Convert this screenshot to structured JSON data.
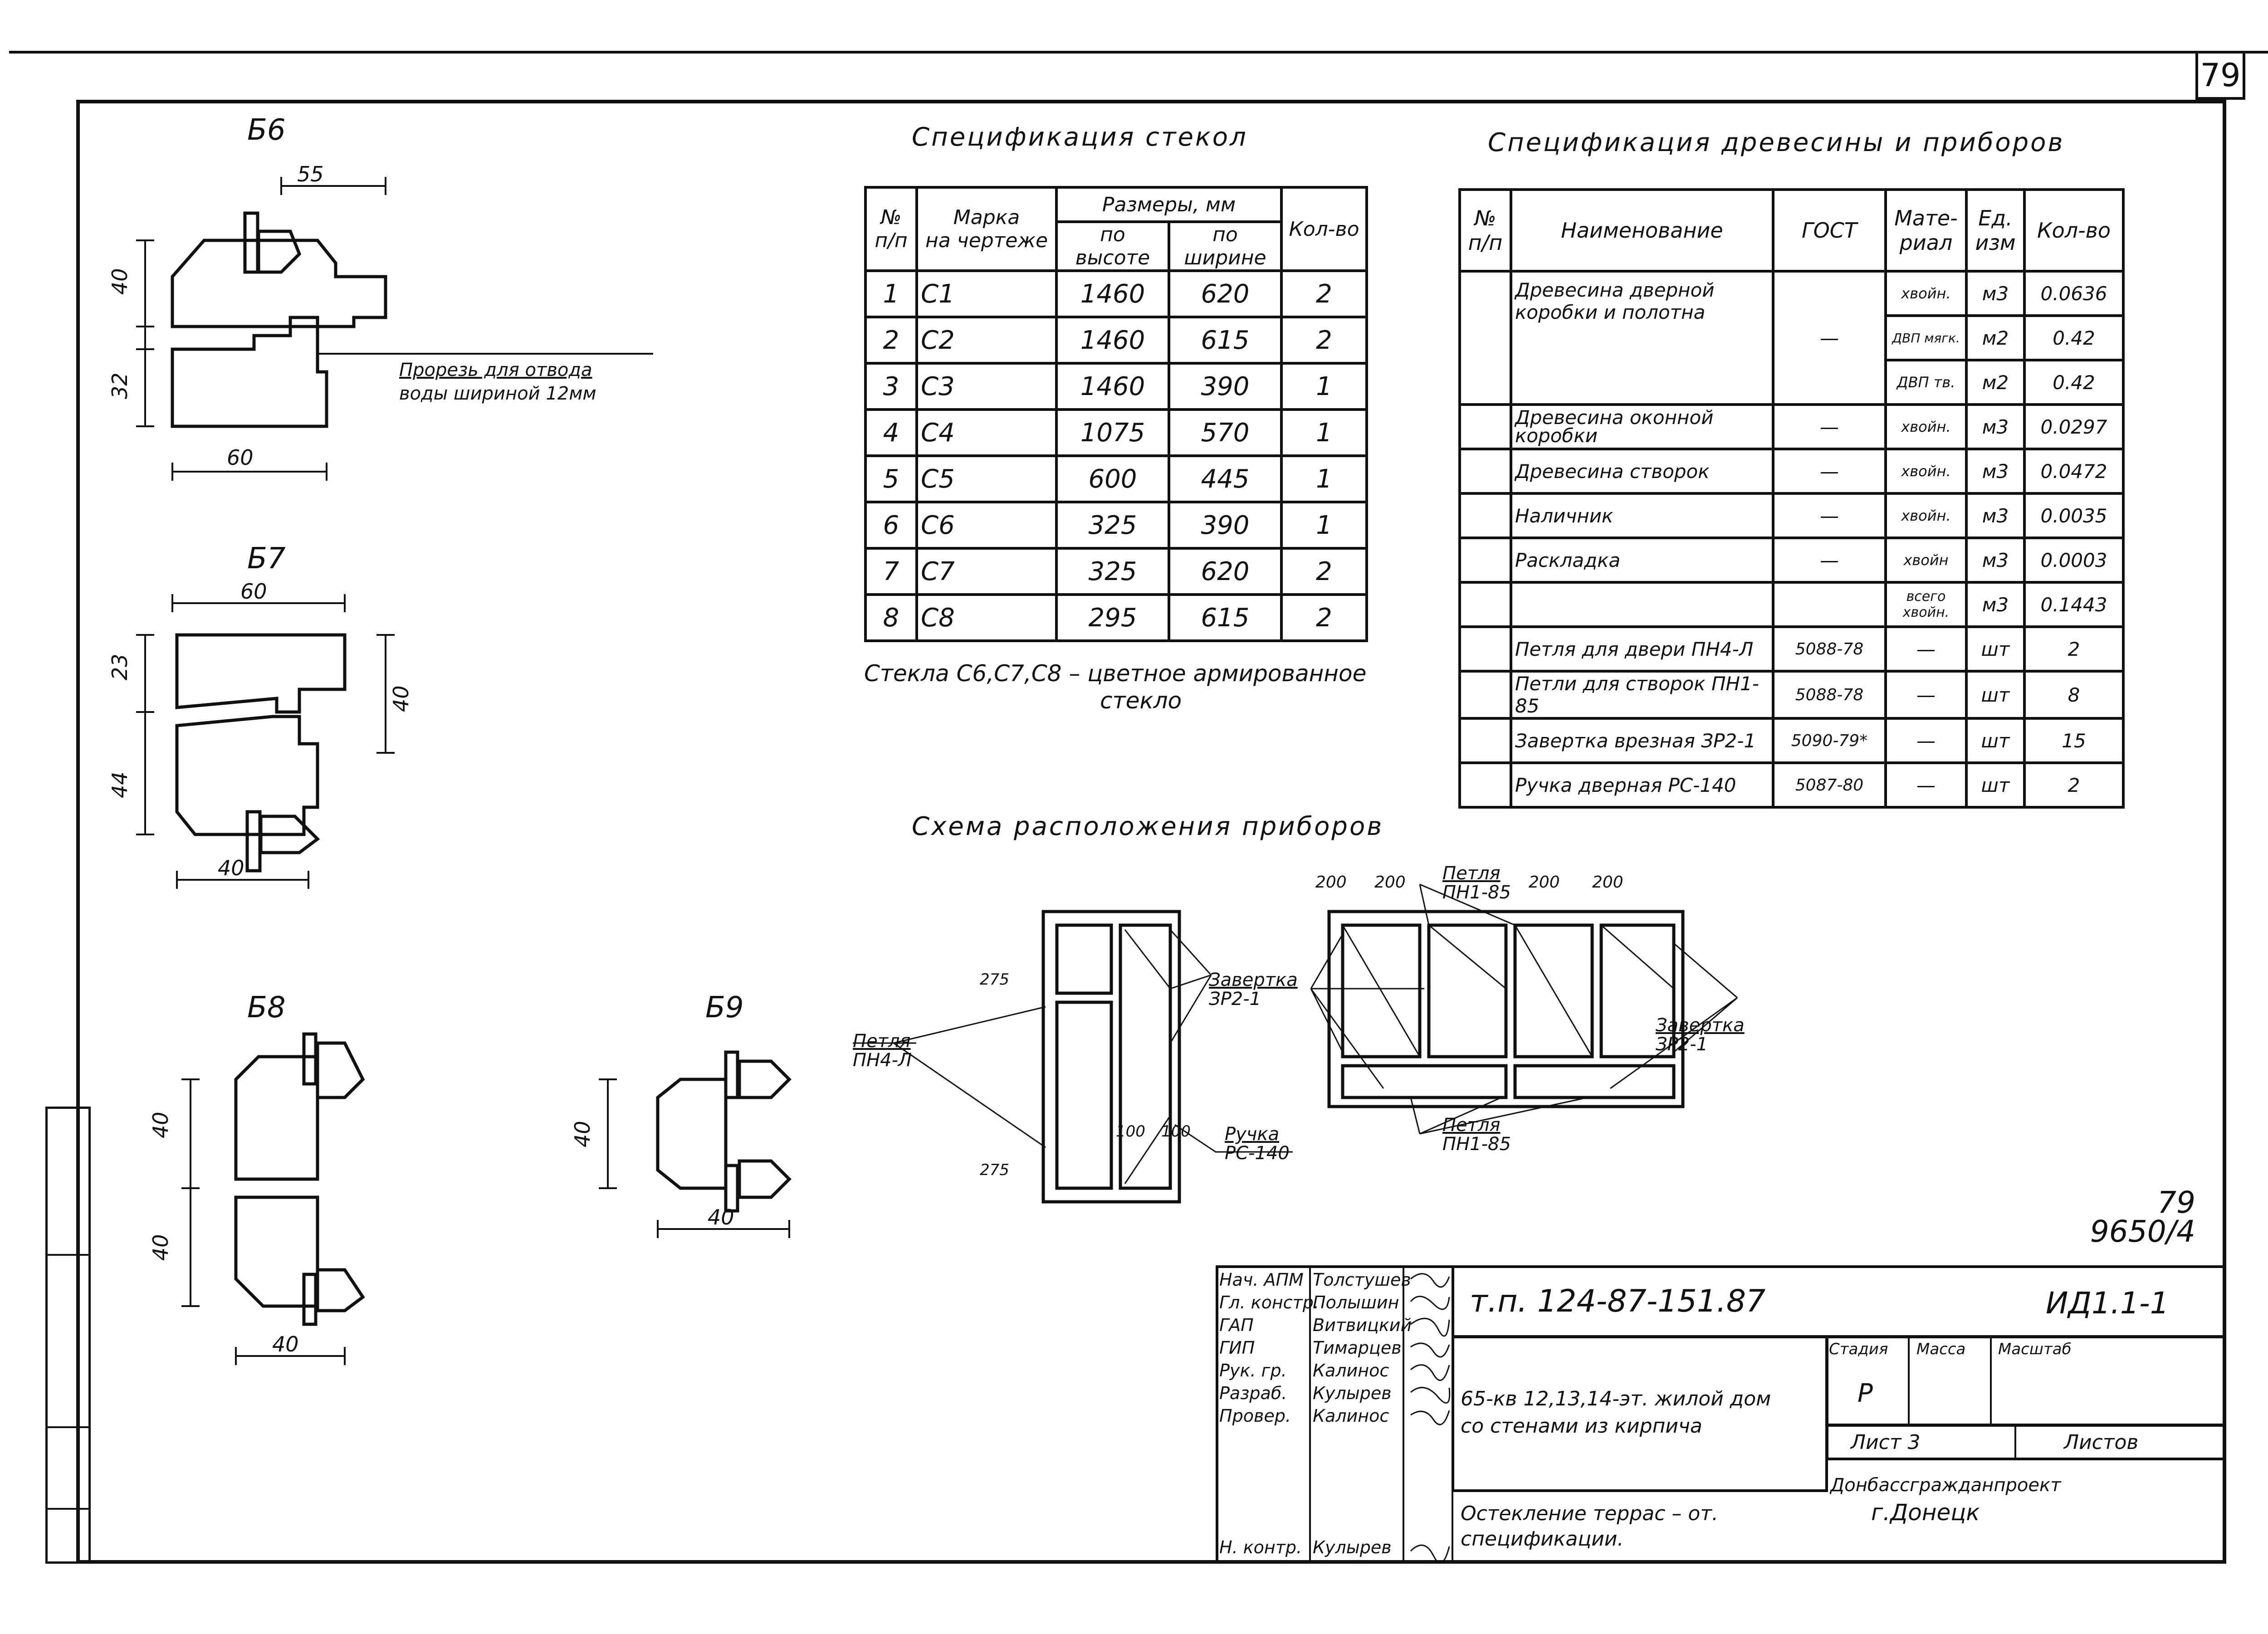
{
  "sheet_number": "79",
  "sections": {
    "b6": "Б6",
    "b7": "Б7",
    "b8": "Б8",
    "b9": "Б9"
  },
  "b6_note": [
    "Прорезь для отвода",
    "воды шириной 12мм"
  ],
  "glass_spec": {
    "title": "Спецификация стекол",
    "headers": {
      "num": [
        "№",
        "п/п"
      ],
      "mark": [
        "Марка",
        "на чертеже"
      ],
      "sizes": "Размеры, мм",
      "height": [
        "по",
        "высоте"
      ],
      "width": [
        "по",
        "ширине"
      ],
      "qty": "Кол-во"
    },
    "rows": [
      {
        "n": "1",
        "mark": "С1",
        "h": "1460",
        "w": "620",
        "q": "2"
      },
      {
        "n": "2",
        "mark": "С2",
        "h": "1460",
        "w": "615",
        "q": "2"
      },
      {
        "n": "3",
        "mark": "С3",
        "h": "1460",
        "w": "390",
        "q": "1"
      },
      {
        "n": "4",
        "mark": "С4",
        "h": "1075",
        "w": "570",
        "q": "1"
      },
      {
        "n": "5",
        "mark": "С5",
        "h": "600",
        "w": "445",
        "q": "1"
      },
      {
        "n": "6",
        "mark": "С6",
        "h": "325",
        "w": "390",
        "q": "1"
      },
      {
        "n": "7",
        "mark": "С7",
        "h": "325",
        "w": "620",
        "q": "2"
      },
      {
        "n": "8",
        "mark": "С8",
        "h": "295",
        "w": "615",
        "q": "2"
      }
    ],
    "note": [
      "Стекла С6,С7,С8 – цветное армированное",
      "стекло"
    ]
  },
  "wood_spec": {
    "title": "Спецификация древесины и приборов",
    "headers": {
      "num": [
        "№",
        "п/п"
      ],
      "name": "Наименование",
      "gost": "ГОСТ",
      "material": [
        "Мате-",
        "риал"
      ],
      "unit": [
        "Ед.",
        "изм"
      ],
      "qty": "Кол-во"
    },
    "rows": [
      {
        "name": [
          "Древесина дверной",
          "коробки и полотна"
        ],
        "gost": "—",
        "lines": [
          {
            "mat": "хвойн.",
            "unit": "м3",
            "qty": "0.0636"
          },
          {
            "mat": "ДВП мягк.",
            "unit": "м2",
            "qty": "0.42"
          },
          {
            "mat": "ДВП тв.",
            "unit": "м2",
            "qty": "0.42"
          }
        ]
      },
      {
        "name": [
          "Древесина оконной",
          "коробки"
        ],
        "gost": "—",
        "lines": [
          {
            "mat": "хвойн.",
            "unit": "м3",
            "qty": "0.0297"
          }
        ]
      },
      {
        "name": [
          "Древесина створок"
        ],
        "gost": "—",
        "lines": [
          {
            "mat": "хвойн.",
            "unit": "м3",
            "qty": "0.0472"
          }
        ]
      },
      {
        "name": [
          "Наличник"
        ],
        "gost": "—",
        "lines": [
          {
            "mat": "хвойн.",
            "unit": "м3",
            "qty": "0.0035"
          }
        ]
      },
      {
        "name": [
          "Раскладка"
        ],
        "gost": "—",
        "lines": [
          {
            "mat": "хвойн",
            "unit": "м3",
            "qty": "0.0003"
          }
        ]
      },
      {
        "name": [
          ""
        ],
        "gost": "",
        "lines": [
          {
            "mat": "всего хвойн.",
            "unit": "м3",
            "qty": "0.1443"
          }
        ]
      },
      {
        "name": [
          "Петля для двери ПН4-Л"
        ],
        "gost": "5088-78",
        "lines": [
          {
            "mat": "—",
            "unit": "шт",
            "qty": "2"
          }
        ]
      },
      {
        "name": [
          "Петли для створок ПН1-85"
        ],
        "gost": "5088-78",
        "lines": [
          {
            "mat": "—",
            "unit": "шт",
            "qty": "8"
          }
        ]
      },
      {
        "name": [
          "Завертка врезная ЗР2-1"
        ],
        "gost": "5090-79*",
        "lines": [
          {
            "mat": "—",
            "unit": "шт",
            "qty": "15"
          }
        ]
      },
      {
        "name": [
          "Ручка дверная РС-140"
        ],
        "gost": "5087-80",
        "lines": [
          {
            "mat": "—",
            "unit": "шт",
            "qty": "2"
          }
        ]
      }
    ]
  },
  "scheme": {
    "title": "Схема расположения приборов",
    "labels": {
      "zavertka_left": [
        "Завертка",
        "ЗР2-1"
      ],
      "zavertka_right": [
        "Завертка",
        "ЗР2-1"
      ],
      "petlya_top": [
        "Петля",
        "ПН1-85"
      ],
      "petlya_bottom": [
        "Петля",
        "ПН1-85"
      ],
      "petlya_door": [
        "Петля",
        "ПН4-Л"
      ],
      "ruchka": [
        "Ручка",
        "РС-140"
      ]
    },
    "dims": {
      "d200": "200",
      "d275": "275",
      "d100": "100"
    }
  },
  "page_ref": [
    "79",
    "9650/4"
  ],
  "stamp": {
    "roles": [
      "Нач. АПМ",
      "Гл. констр.",
      "ГАП",
      "ГИП",
      "Рук. гр.",
      "Разраб.",
      "Провер.",
      "",
      "",
      "Н. контр."
    ],
    "names": [
      "Толстушев",
      "Полышин",
      "Витвицкий",
      "Тимарцев",
      "Калинос",
      "Кулырев",
      "Калинос",
      "",
      "",
      "Кулырев"
    ],
    "code": "т.п. 124-87-151.87",
    "sheet_code": "ИД1.1-1",
    "object": [
      "65-кв 12,13,14-эт. жилой дом",
      "со стенами из кирпича"
    ],
    "drawing": [
      "Остекление террас – от.",
      "спецификации."
    ],
    "stage_label": "Стадия",
    "mass_label": "Масса",
    "scale_label": "Масштаб",
    "stage": "Р",
    "sheet_label": "Лист",
    "sheet": "3",
    "sheets_label": "Листов",
    "org": [
      "Донбассгражданпроект",
      "г.Донецк"
    ]
  }
}
